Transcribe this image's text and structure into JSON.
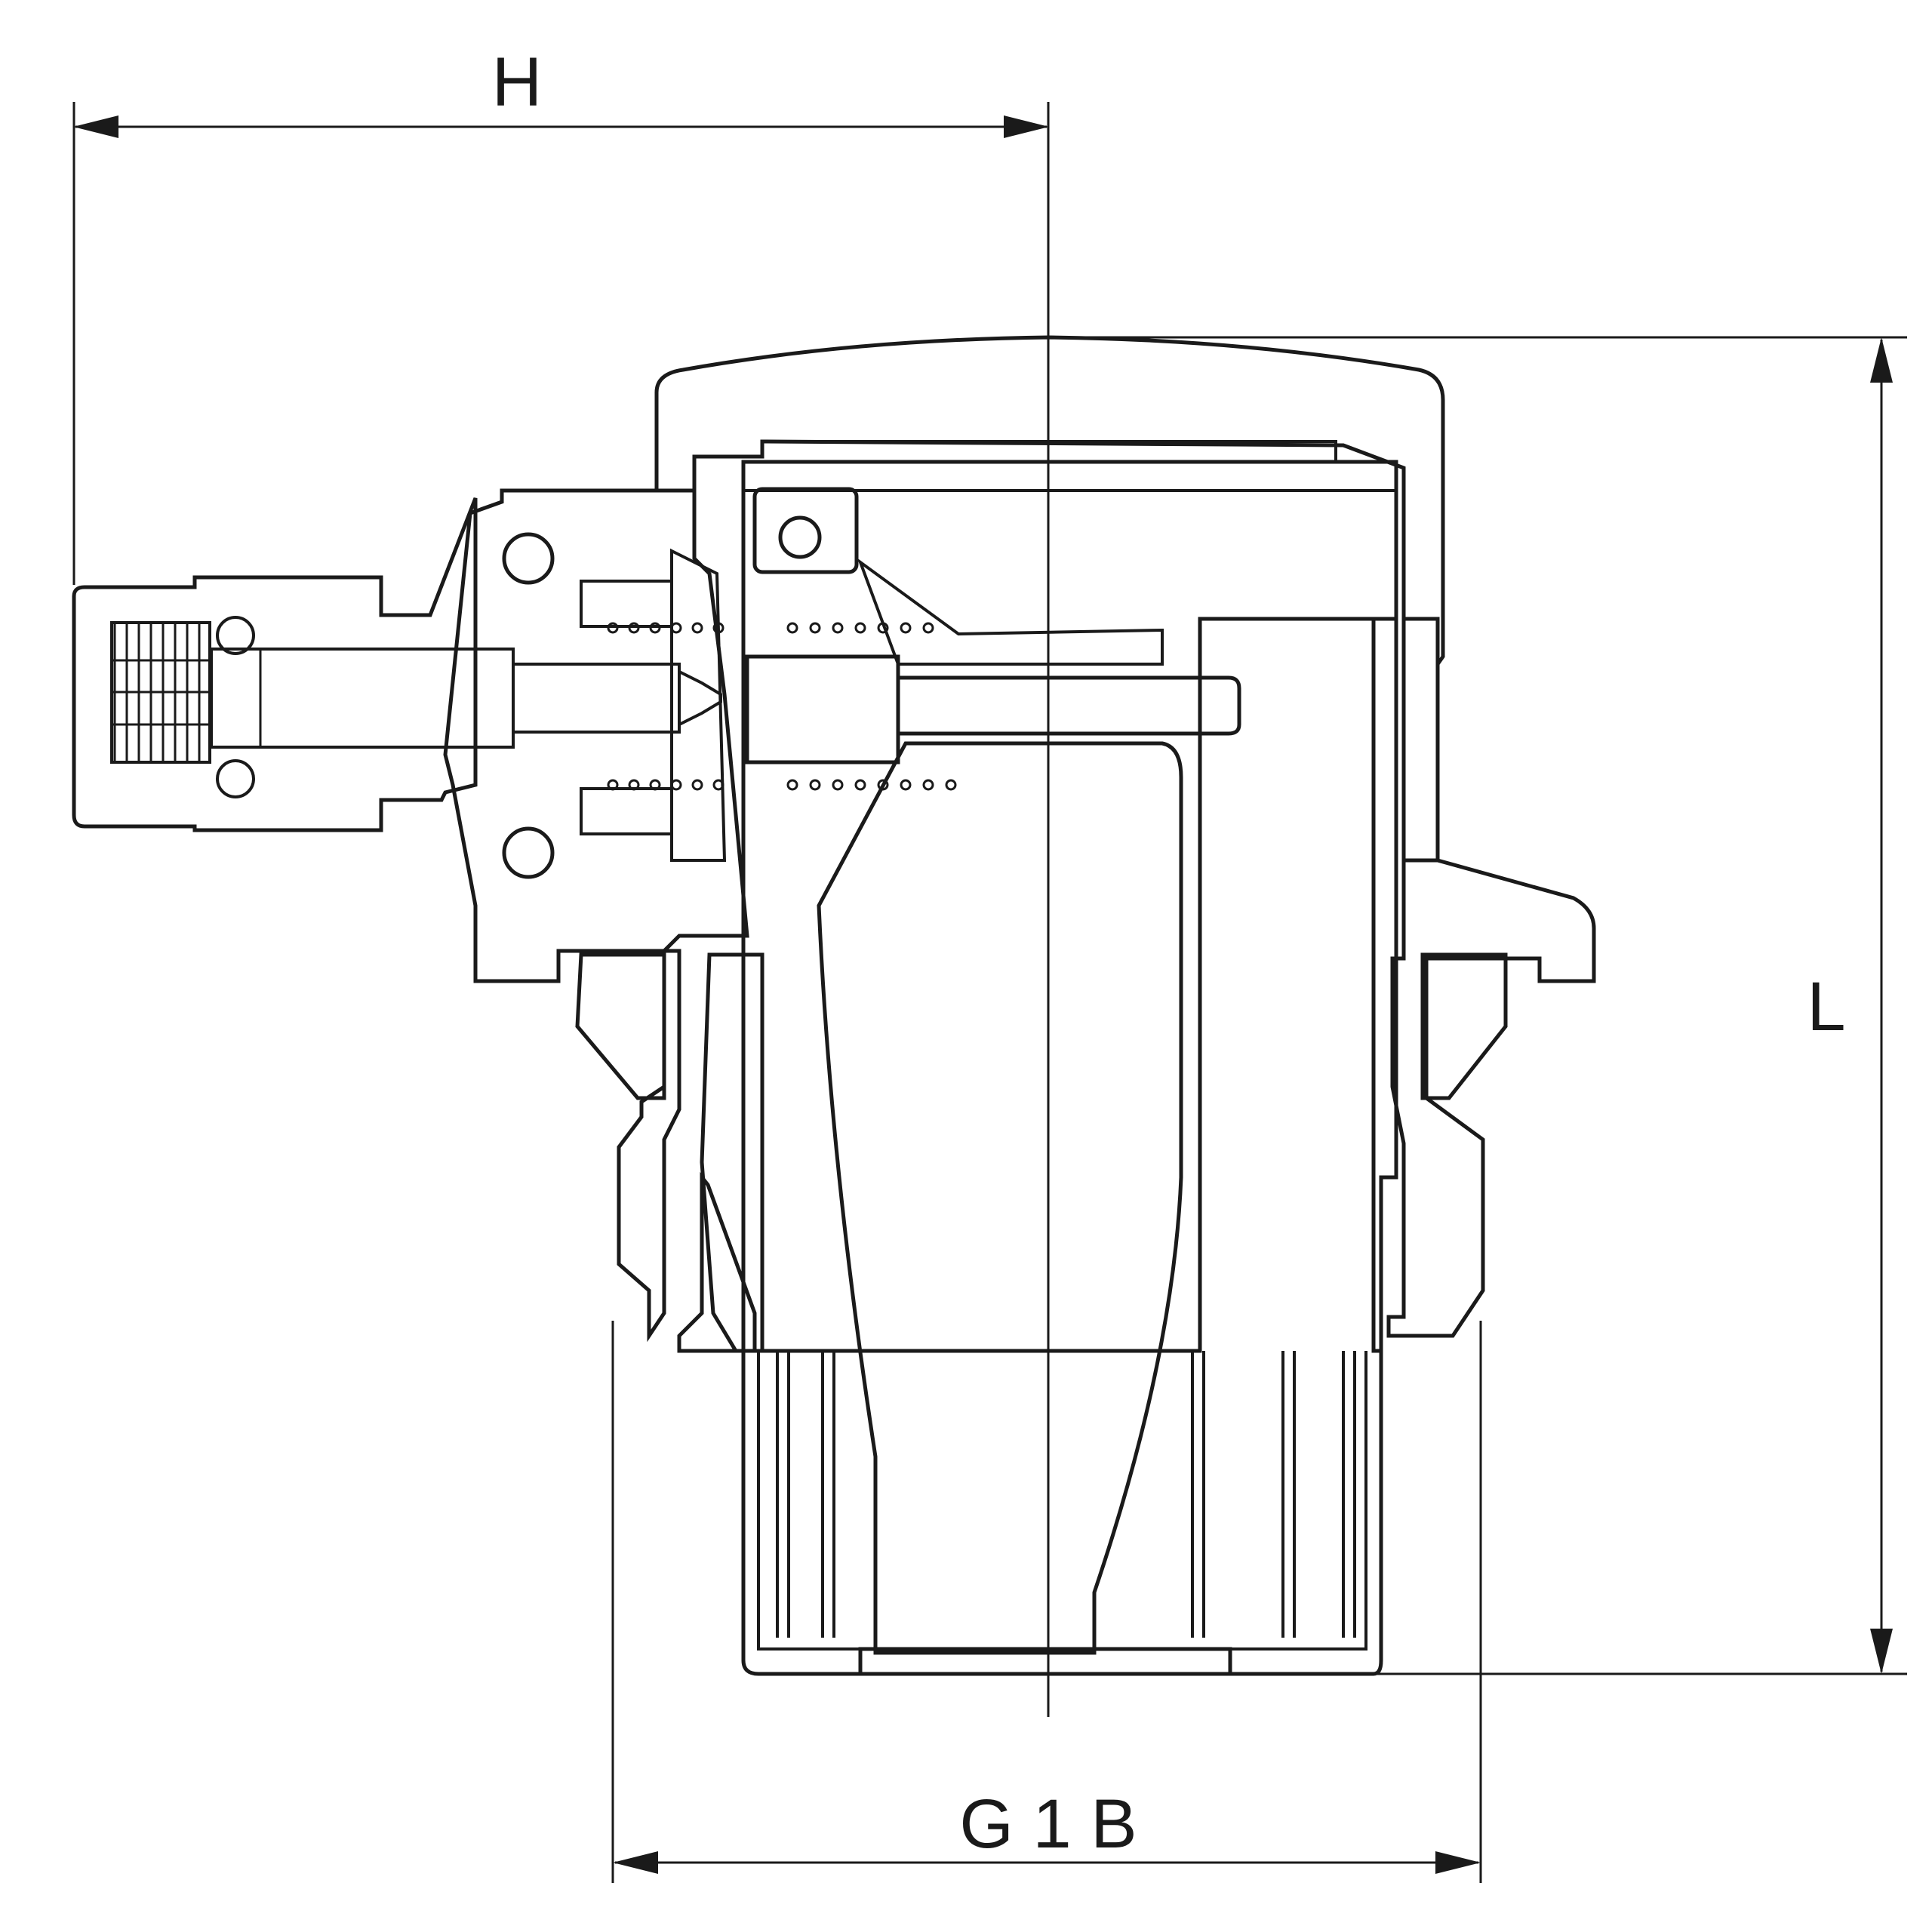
{
  "dimensions": {
    "height_label": "H",
    "length_label": "L",
    "thread_label": "G 1 B"
  },
  "colors": {
    "line": "#1a1a1a",
    "background": "#ffffff"
  }
}
